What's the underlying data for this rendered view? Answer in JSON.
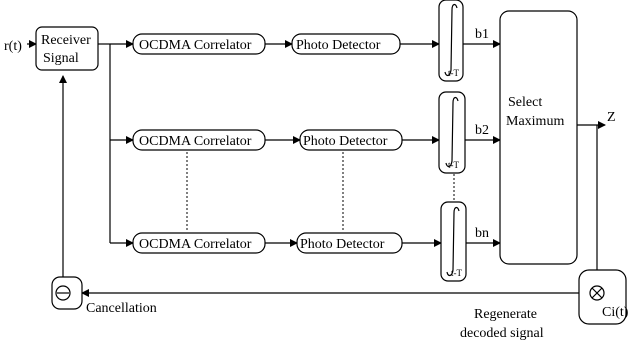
{
  "diagram": {
    "input_label": "r(t)",
    "receiver": {
      "line1": "Receiver",
      "line2": "Signal"
    },
    "correlators": [
      "OCDMA Correlator",
      "OCDMA Correlator",
      "OCDMA Correlator"
    ],
    "detectors": [
      "Photo Detector",
      "Photo Detector",
      "Photo Detector"
    ],
    "integrator_symbol": "∫",
    "integrator_sub": "t-T",
    "branch_outputs": [
      "b1",
      "b2",
      "bn"
    ],
    "select": {
      "line1": "Select",
      "line2": "Maximum"
    },
    "output_label": "Z",
    "mixer_label": "Ci(t)",
    "mixer_symbol": "⊗",
    "cancel_symbol": "⊖",
    "cancellation_label": "Cancellation",
    "regenerate": {
      "line1": "Regenerate",
      "line2": "decoded signal"
    }
  }
}
